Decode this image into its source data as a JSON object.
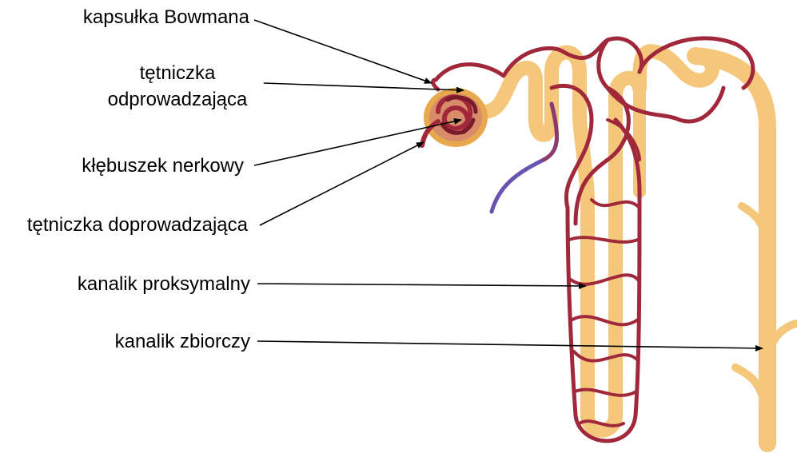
{
  "labels": {
    "bowman_capsule": "kapsułka Bowmana",
    "efferent_line1": "tętniczka",
    "efferent_line2": "odprowadzająca",
    "glomerulus": "kłębuszek nerkowy",
    "afferent": "tętniczka doprowadzająca",
    "proximal_tubule": "kanalik proksymalny",
    "collecting_duct": "kanalik zbiorczy"
  },
  "colors": {
    "tubule": "#F5C77A",
    "tubule_edge": "#E8A94E",
    "vessel": "#A1283A",
    "vessel_dark": "#7A1B2C",
    "vein": "#8B3C6B",
    "vein_end": "#6A52B0",
    "capsule": "#E0A080",
    "arrow": "#000000"
  }
}
